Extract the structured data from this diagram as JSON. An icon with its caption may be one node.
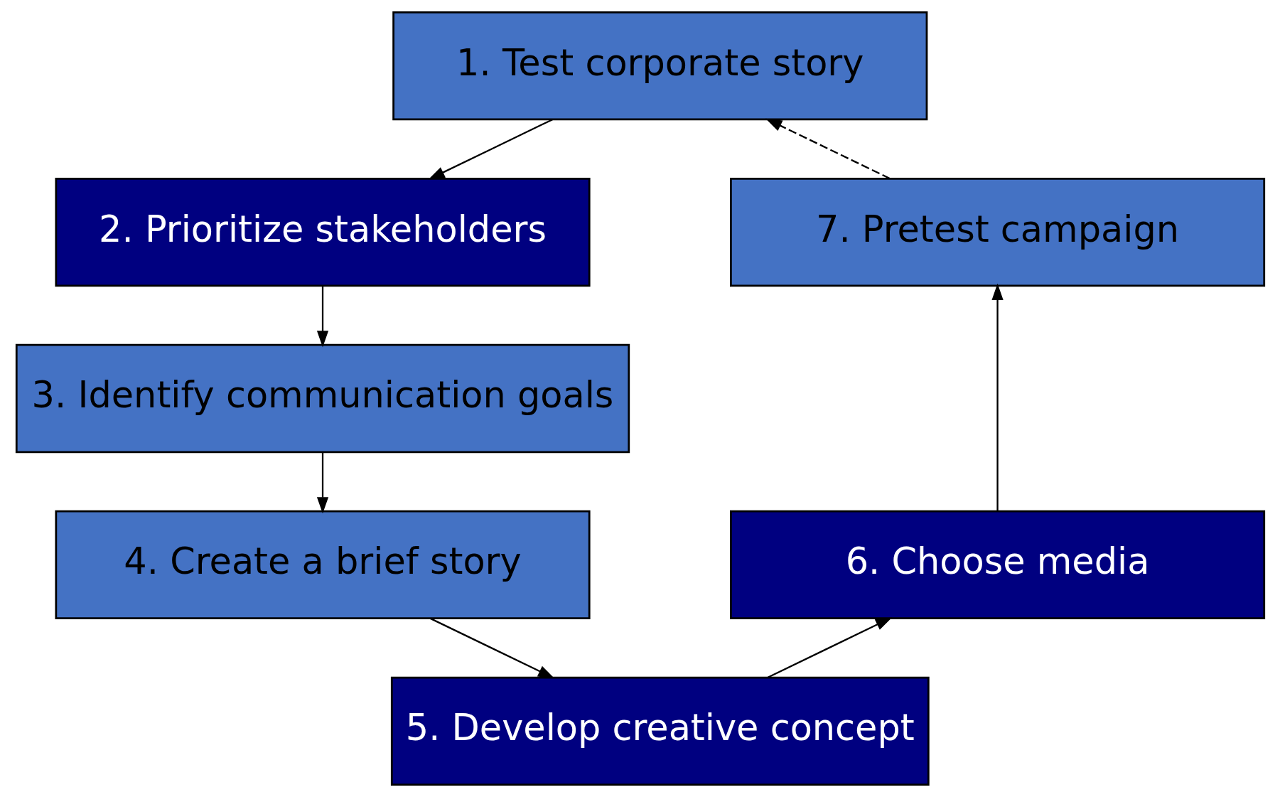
{
  "diagram": {
    "nodes": [
      {
        "text": [
          "1. Test corporate story"
        ]
      },
      {
        "text": [
          "2. Prioritize stakeholders"
        ]
      },
      {
        "text": [
          "3. Identify communication goals"
        ]
      },
      {
        "text": [
          "4. Create a brief story"
        ]
      },
      {
        "text": [
          "5. Develop creative concept"
        ]
      },
      {
        "text": [
          "6. Choose media"
        ]
      },
      {
        "text": [
          "7. Pretest campaign"
        ]
      }
    ],
    "edges": [
      {
        "from": 0,
        "to": 1,
        "arrow": "to"
      },
      {
        "from": 1,
        "to": 2,
        "arrow": "to"
      },
      {
        "from": 2,
        "to": 3,
        "arrow": "to"
      },
      {
        "from": 3,
        "to": 4,
        "arrow": "to"
      },
      {
        "from": 4,
        "to": 5,
        "arrow": "to"
      },
      {
        "from": 5,
        "to": 6,
        "arrow": "to"
      },
      {
        "from": 6,
        "to": 0,
        "arrow": "to",
        "style": "dashed"
      }
    ]
  }
}
